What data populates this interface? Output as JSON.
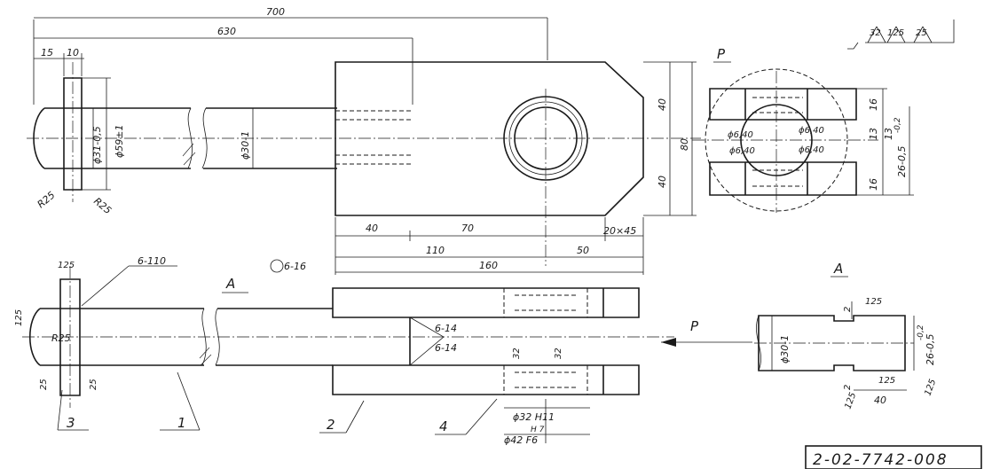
{
  "dimensions": {
    "overall_length": "700",
    "length_630": "630",
    "d15": "15",
    "d10": "10",
    "dia_31": "ϕ31-0,5",
    "dia_59": "ϕ59±1",
    "radius_left": "R25",
    "radius_right": "R25",
    "dia_30": "ϕ30-1",
    "h40_top": "40",
    "h40_bottom": "40",
    "h80": "80",
    "w40": "40",
    "w70": "70",
    "chamfer": "20×45",
    "w110": "110",
    "w50": "50",
    "w160": "160",
    "side_16_top": "16",
    "side_13a": "13",
    "side_13b": "13",
    "side_tol_02": "-0,2",
    "side_26": "26-0,5",
    "side_16_bottom": "16",
    "hole_640_a": "ϕ6,40",
    "hole_640_b": "ϕ6,40",
    "hole_640_c": "ϕ6,40",
    "hole_640_d": "ϕ6,40",
    "weld_110": "6-110",
    "weld_16": "6-16",
    "weld_14a": "6-14",
    "weld_14b": "6-14",
    "rough_125_top": "125",
    "rough_125_left": "125",
    "rough_25_left": "25",
    "rough_25_right": "25",
    "rough_32_a": "32",
    "rough_32_b": "32",
    "bore_32": "ϕ32 H11",
    "bore_42_num": "H 7",
    "bore_42": "ϕ42 F6",
    "sectA_dia": "ϕ30-1",
    "sectA_2top": "2",
    "sectA_125top": "125",
    "sectA_02": "-0,2",
    "sectA_26": "26-0,5",
    "sectA_2bot": "2",
    "sectA_125bl": "125",
    "sectA_125br": "125",
    "sectA_40": "40",
    "sectA_125r": "125"
  },
  "labels": {
    "view_p": "P",
    "view_a_top": "A",
    "arrow_p": "P",
    "arrow_a": "A",
    "part_1": "1",
    "part_2": "2",
    "part_3": "3",
    "part_4": "4"
  },
  "roughness_block": {
    "v32": "32",
    "v125": "125",
    "v25": "25"
  },
  "stamp": {
    "number": "2-02-7742-008"
  }
}
